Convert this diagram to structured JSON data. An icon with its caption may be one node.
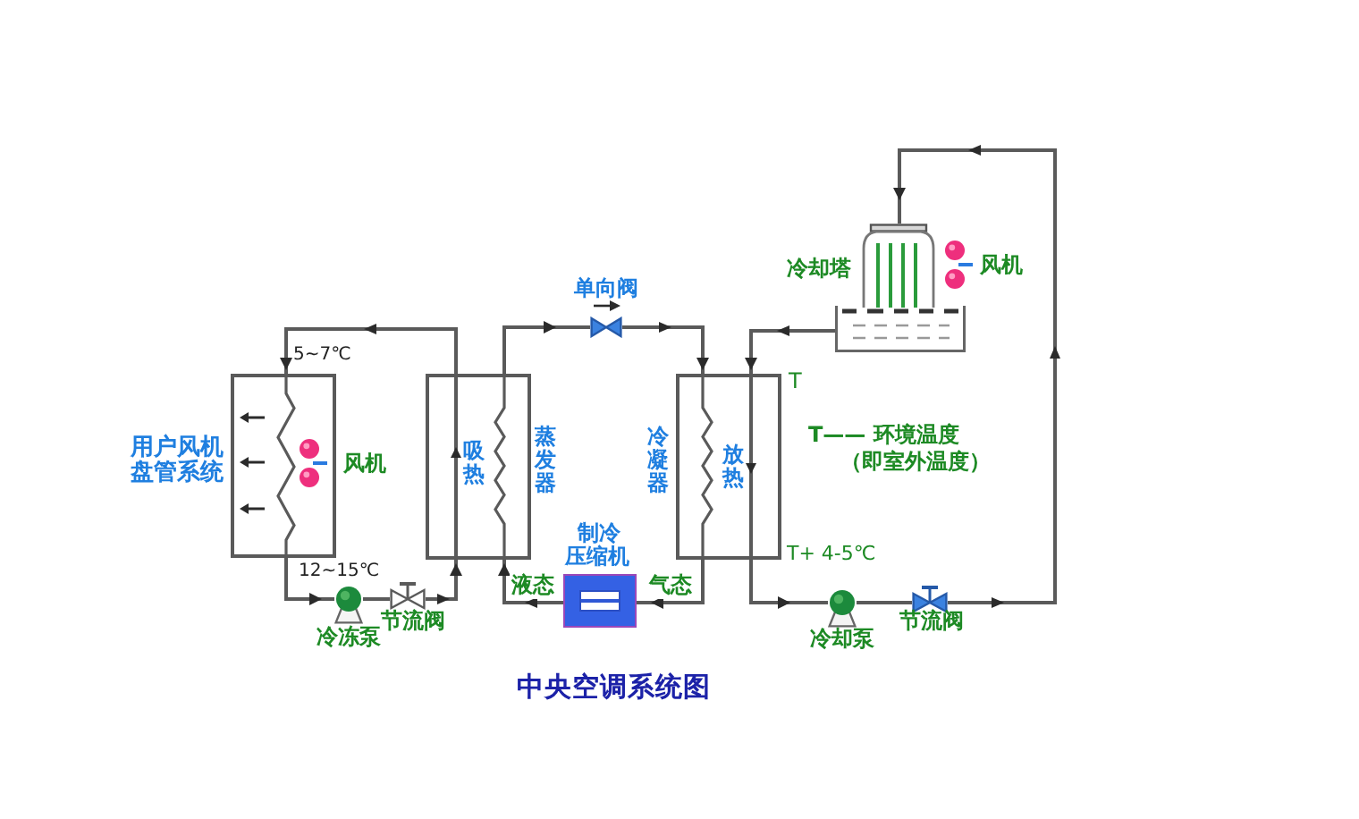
{
  "diagram": {
    "caption": "中央空调系统图",
    "nodes": [
      {
        "text": [],
        "shape": "picture",
        "beside": [
          "冷却塔",
          "风机"
        ]
      },
      {
        "text": [],
        "shape": "valve",
        "beside": [
          "单向阀"
        ]
      },
      {
        "text": [],
        "shape": "box",
        "beside": [
          "用户风机盘管系统",
          "风机"
        ]
      },
      {
        "text": [
          "吸热"
        ],
        "beside": [
          "蒸发器"
        ]
      },
      {
        "text": [
          "放热"
        ],
        "beside": [
          "冷凝器"
        ]
      },
      {
        "text": [],
        "shape": "box",
        "beside": [
          "制冷压缩机"
        ]
      },
      {
        "text": [],
        "shape": "pump",
        "beside": [
          "冷冻泵"
        ]
      },
      {
        "text": [],
        "shape": "valve",
        "beside": [
          "节流阀"
        ]
      },
      {
        "text": [],
        "shape": "pump",
        "beside": [
          "冷却泵"
        ]
      },
      {
        "text": [],
        "shape": "valve",
        "beside": [
          "节流阀"
        ]
      }
    ],
    "edges": [
      {
        "from": 2,
        "to": 6,
        "arrow": "to"
      },
      {
        "from": 6,
        "to": 7,
        "arrow": "none"
      },
      {
        "from": 7,
        "to": 3,
        "arrow": "to"
      },
      {
        "from": 3,
        "to": 2,
        "arrow": "to"
      },
      {
        "from": 3,
        "to": 1,
        "arrow": "to"
      },
      {
        "from": 1,
        "to": 4,
        "arrow": "to"
      },
      {
        "from": 4,
        "to": 5,
        "arrow": "to",
        "label": "气态"
      },
      {
        "from": 5,
        "to": 3,
        "arrow": "to",
        "label": "液态"
      },
      {
        "from": 0,
        "to": 4,
        "arrow": "to"
      },
      {
        "from": 4,
        "to": 8,
        "arrow": "to"
      },
      {
        "from": 8,
        "to": 9,
        "arrow": "none"
      },
      {
        "from": 9,
        "to": 0,
        "arrow": "to"
      }
    ],
    "labels": [
      "5~7℃",
      "T",
      "T—— 环境温度",
      "（即室外温度）",
      "T+ 4-5℃",
      "12~15℃"
    ]
  }
}
